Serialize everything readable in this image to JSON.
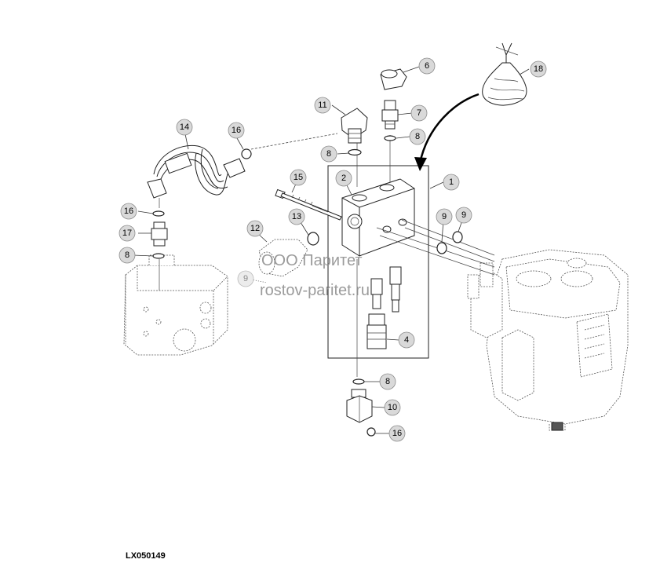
{
  "figure_id": "LX050149",
  "watermark": {
    "line1": "ООО Паритет",
    "line2": "rostov-paritet.ru"
  },
  "callouts": [
    "1",
    "2",
    "4",
    "6",
    "7",
    "8",
    "8",
    "8",
    "8",
    "9",
    "9",
    "9",
    "10",
    "11",
    "12",
    "13",
    "14",
    "15",
    "16",
    "16",
    "16",
    "17",
    "18"
  ],
  "colors": {
    "callout_fill": "#d9d9d9",
    "line": "#222222",
    "watermark": "#8a8a8a"
  }
}
